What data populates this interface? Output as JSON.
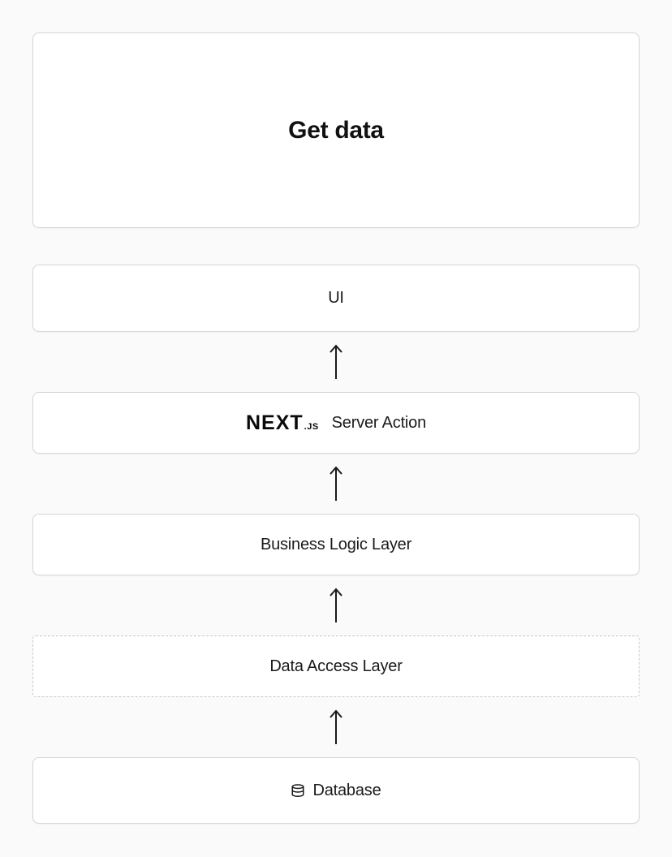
{
  "diagram": {
    "hero": {
      "title": "Get data"
    },
    "layers": {
      "ui": {
        "label": "UI"
      },
      "server_action": {
        "brand": "NEXT",
        "brand_suffix": ".JS",
        "label": "Server Action"
      },
      "business_logic": {
        "label": "Business Logic Layer"
      },
      "data_access": {
        "label": "Data Access Layer",
        "border_style": "dashed"
      },
      "database": {
        "label": "Database",
        "icon": "database-icon"
      }
    },
    "arrows": {
      "direction": "up",
      "count": 4
    },
    "colors": {
      "page_background": "#fafafa",
      "card_background": "#ffffff",
      "card_border": "#d6d6d6",
      "dashed_border": "#c9c9c9",
      "text": "#1a1a1a",
      "arrow": "#1a1a1a"
    }
  }
}
